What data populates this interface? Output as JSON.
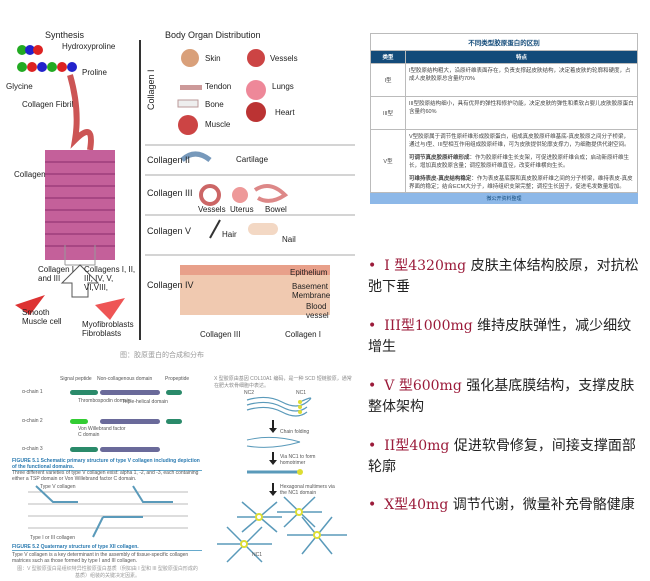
{
  "synthesis_figure": {
    "title": "Synthesis",
    "distribution_title": "Body Organ Distribution",
    "labels": {
      "hydroxyproline": "Hydroxyproline",
      "proline": "Proline",
      "glycine": "Glycine",
      "collagen_fibril": "Collagen Fibril",
      "collagen": "Collagen",
      "collagen_1_3": "Collagen I and III",
      "collagens_list": "Collagens I, II, III, IV, V, VI,VIII,",
      "smooth_muscle": "Smooth Muscle cell",
      "myofibroblasts": "Myofibroblasts Fibroblasts"
    },
    "groups": [
      {
        "name": "Collagen I",
        "items": [
          "Skin",
          "Vessels",
          "Tendon",
          "Lungs",
          "Bone",
          "Heart",
          "Muscle"
        ]
      },
      {
        "name": "Collagen II",
        "items": [
          "Cartilage"
        ]
      },
      {
        "name": "Collagen III",
        "items": [
          "Vessels",
          "Uterus",
          "Bowel"
        ]
      },
      {
        "name": "Collagen V",
        "items": [
          "Hair",
          "Nail"
        ]
      },
      {
        "name": "Collagen IV",
        "items": [
          "Epithelium",
          "Basement Membrane",
          "Blood vessel",
          "Collagen III",
          "Collagen I"
        ]
      }
    ],
    "caption": "图：胶原蛋白的合成和分布"
  },
  "table": {
    "title": "不同类型胶原蛋白的区别",
    "headers": [
      "类型",
      "特点"
    ],
    "rows": [
      {
        "type": "I型",
        "desc": "I型胶原结构粗大，沿原纤维表面存在，负责支撑起皮肤结构，决定着皮肤的轮廓和硬度，占成人皮肤胶原总含量约70%"
      },
      {
        "type": "III型",
        "desc": "III型胶原结构细小，具有优异的弹性和修护功能，决定皮肤的弹性和柔软占婴儿皮肤胶原蛋白含量约60%"
      },
      {
        "type": "V型",
        "desc": "V型胶原属于调节性原纤维形成胶原蛋白，组成真皮胶原纤维基底-真皮胶原之间分子桥梁，通过与I型、III型相互作用组成胶原纤维，可为皮肤提供轮廓支撑力，为细胞提供代谢空间。",
        "b1_title": "可调节真皮胶原纤维形成",
        "b1": "：作为胶原纤维生长支架，可促进胶原纤维合成；启动新原纤维生长，增加真皮胶原含量；调控胶原纤维直径，改变纤维横向生长。",
        "b2_title": "可维持表皮-真皮结构稳定",
        "b2": "：作为表皮基底膜和真皮胶原纤维之间的分子桥梁，维持表皮-真皮界面的稳定；结合ECM大分子，维持组织支架完整；调控生长因子，促进毛发数量增加。"
      }
    ],
    "footer": "微公开资料整理"
  },
  "figure_v": {
    "chains": [
      "α-chain 1",
      "α-chain 2",
      "α-chain 3"
    ],
    "domains": [
      "Signal peptide",
      "Non-collagenous domain",
      "Propeptide",
      "Thrombospodin domain",
      "Triple-helical domain",
      "Von Willebrand factor C domain"
    ],
    "fig1_title": "FIGURE 5.1 Schematic primary structure of type V collagen including depiction of the functional domains.",
    "fig1_text": "Three different varieties of type V collagen exist: alpha 1, -2, and -3, each containing either a TSP domain or Von Willebrand factor C domain.",
    "type_v": "Type V collagen",
    "type_1_3": "Type I or III collagen",
    "fig2_title": "FIGURE 5.2 Quaternary structure of type XII collagen.",
    "fig2_text": "Type V collagen is a key determinant in the assembly of tissue-specific collagen matrices such as those formed by type I and III collagen.",
    "caption": "图：V 型胶原蛋白是组织特异性胶原蛋白基质（例如由 I 型和 III 型胶原蛋白形成的基质）组装的关键决定因素。"
  },
  "figure_x": {
    "note": "X 型胶原由基因 COL10A1 编码，是一种 SCD 短链胶原，通常在肥大软骨细胞中表达。",
    "labels": [
      "NC2",
      "NC1",
      "Chain folding",
      "Via NC1 to form homotrimer",
      "Hexagonal multimers via the NC1 domain",
      "NC1"
    ]
  },
  "bullets": [
    {
      "highlight": "I 型4320mg",
      "text": " 皮肤主体结构胶原，对抗松弛下垂"
    },
    {
      "highlight": "III型1000mg",
      "text": " 维持皮肤弹性，减少细纹增生"
    },
    {
      "highlight": "V 型600mg",
      "text": " 强化基底膜结构，支撑皮肤整体架构"
    },
    {
      "highlight": "II型40mg",
      "text": "  促进软骨修复，间接支撑面部轮廓"
    },
    {
      "highlight": "X型40mg",
      "text": " 调节代谢，微量补充骨骼健康"
    }
  ],
  "colors": {
    "accent": "#9b1b3a",
    "table_header": "#134b7a",
    "table_footer": "#8db8e8"
  }
}
